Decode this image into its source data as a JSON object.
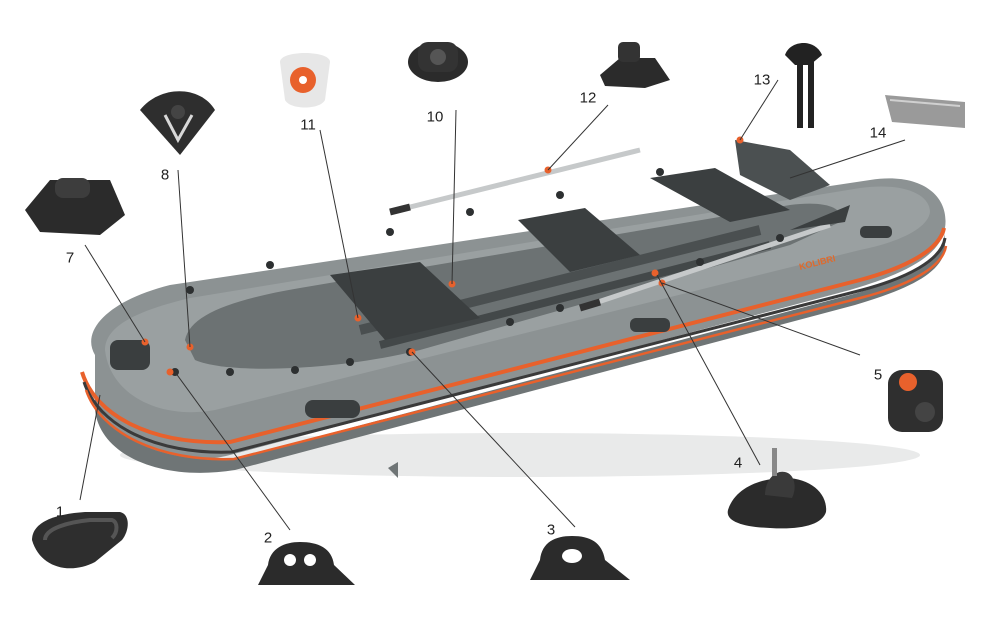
{
  "brand": {
    "text": "KOLIBRI",
    "color": "#e06a2c"
  },
  "colors": {
    "hull": "#8d9394",
    "hull_dark": "#5f6566",
    "accent": "#e8612c",
    "part": "#2b2b2b"
  },
  "labels": [
    "1",
    "2",
    "3",
    "4",
    "5",
    "7",
    "8",
    "10",
    "11",
    "12",
    "13",
    "14"
  ],
  "parts": [
    {
      "label": "1",
      "icon": "carry-handle-icon"
    },
    {
      "label": "2",
      "icon": "rope-holder-icon"
    },
    {
      "label": "3",
      "icon": "rope-holder-icon"
    },
    {
      "label": "4",
      "icon": "oarlock-icon"
    },
    {
      "label": "5",
      "icon": "oar-clamp-icon"
    },
    {
      "label": "7",
      "icon": "bow-handle-icon"
    },
    {
      "label": "8",
      "icon": "d-ring-icon"
    },
    {
      "label": "10",
      "icon": "air-valve-icon"
    },
    {
      "label": "11",
      "icon": "drain-valve-icon"
    },
    {
      "label": "12",
      "icon": "mount-pad-icon"
    },
    {
      "label": "13",
      "icon": "transom-bolt-icon"
    },
    {
      "label": "14",
      "icon": "transom-plate-icon"
    }
  ]
}
